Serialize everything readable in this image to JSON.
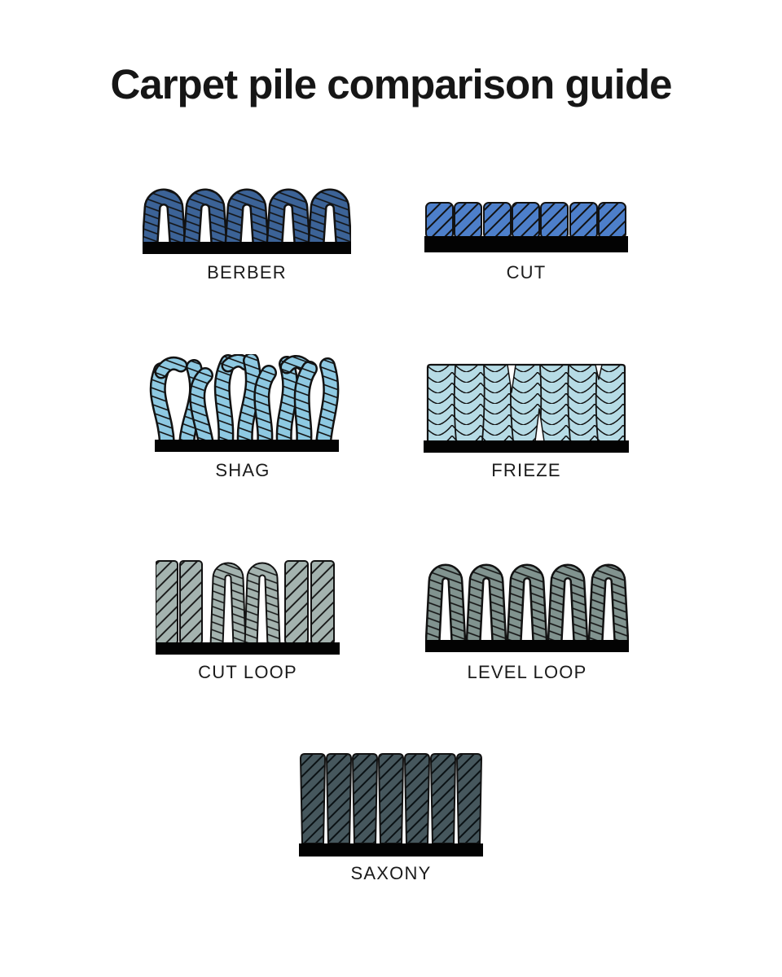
{
  "page": {
    "title": "Carpet pile comparison guide",
    "background_color": "#ffffff",
    "title_color": "#161616"
  },
  "carpets": [
    {
      "id": "berber",
      "label": "BERBER",
      "illustration": "five low rope loops",
      "color": "#3c6397"
    },
    {
      "id": "cut",
      "label": "CUT",
      "illustration": "seven short cut tufts",
      "color": "#4d7fca"
    },
    {
      "id": "shag",
      "label": "SHAG",
      "illustration": "long loose twisted strands",
      "color": "#8ec9e2"
    },
    {
      "id": "frieze",
      "label": "FRIEZE",
      "illustration": "dense tightly twisted pile block",
      "color": "#b6dbe5"
    },
    {
      "id": "cut-loop",
      "label": "CUT LOOP",
      "illustration": "cut tufts mixed with tall loops",
      "color": "#a4b3af"
    },
    {
      "id": "level-loop",
      "label": "LEVEL LOOP",
      "illustration": "five tall even rope loops",
      "color": "#81938f"
    },
    {
      "id": "saxony",
      "label": "SAXONY",
      "illustration": "tall straight dense cut pile",
      "color": "#46575d"
    }
  ],
  "styles": {
    "outline_color": "#121212",
    "backing_bar_color": "#030303",
    "label_color": "#1b1b1b"
  }
}
